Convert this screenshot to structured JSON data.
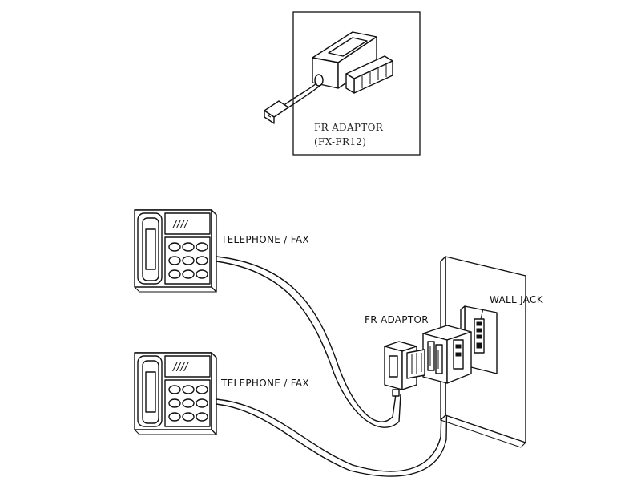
{
  "inset": {
    "label_line1": "FR ADAPTOR",
    "label_line2": "(FX-FR12)"
  },
  "labels": {
    "telephone_top": "TELEPHONE / FAX",
    "telephone_bottom": "TELEPHONE / FAX",
    "fr_adaptor": "FR ADAPTOR",
    "wall_jack": "WALL JACK"
  },
  "phone_screen_marks": "////"
}
